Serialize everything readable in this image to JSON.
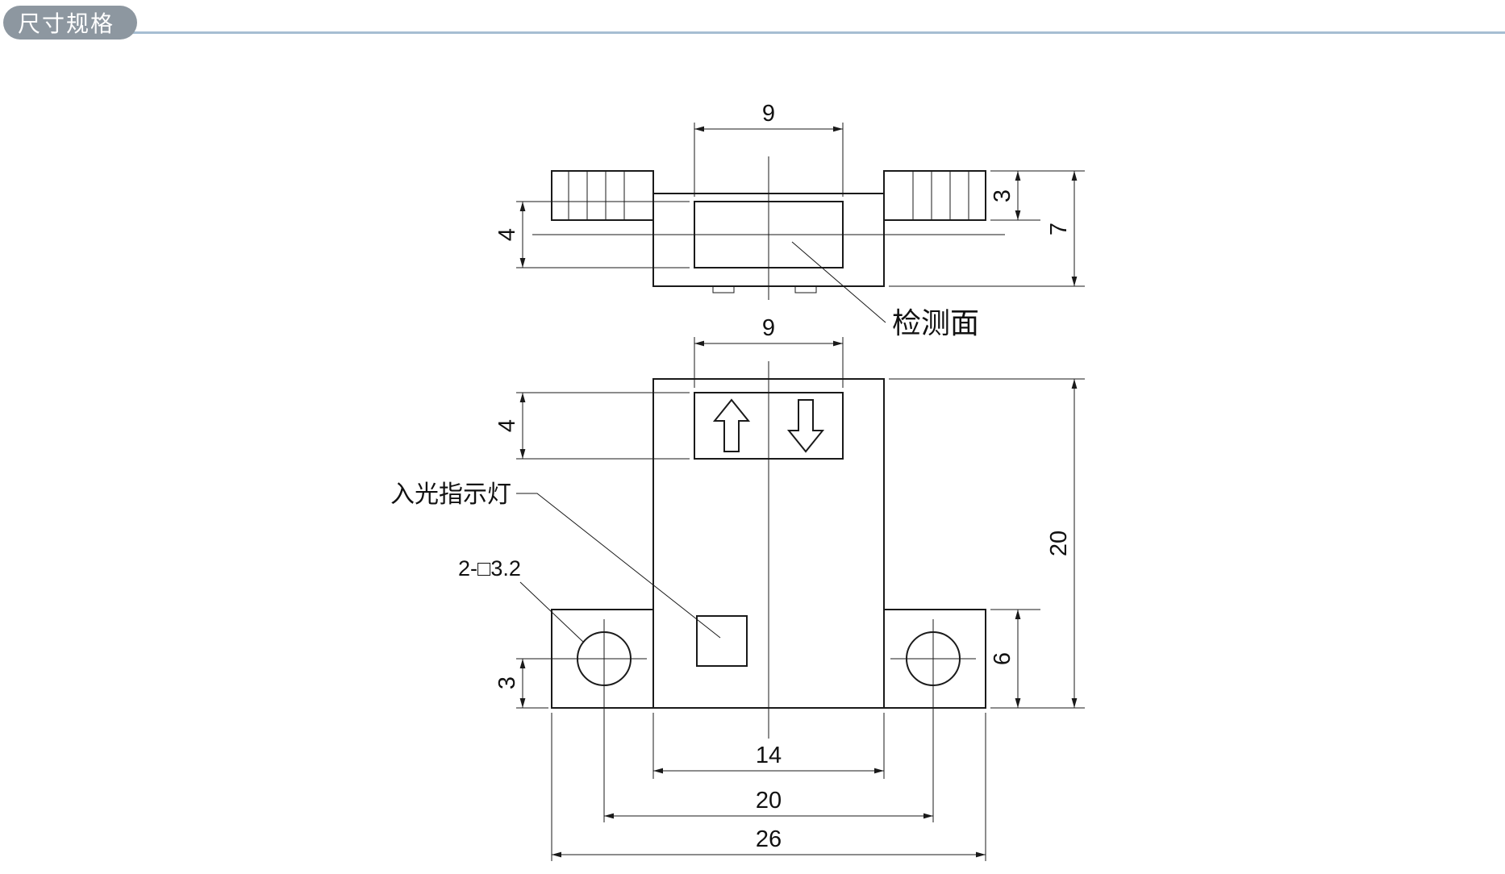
{
  "header": {
    "title": "尺寸规格"
  },
  "colors": {
    "pill_bg": "#8d97a0",
    "rule": "#a6bed2",
    "ink": "#1a1a1a",
    "bg": "#ffffff"
  },
  "labels": {
    "detection_face": "检测面",
    "light_indicator": "入光指示灯",
    "mount_holes": "2-□3.2"
  },
  "dimensions": {
    "top_view": {
      "window_width": "9",
      "window_height": "4",
      "tab_thickness": "3",
      "overall_height": "7"
    },
    "front_view": {
      "window_width": "9",
      "window_height": "4",
      "overall_height": "20",
      "flange_height": "6",
      "hole_to_bottom": "3",
      "body_width": "14",
      "hole_spacing": "20",
      "overall_width": "26"
    }
  },
  "icons": {
    "up_arrow": "hollow-up-arrow",
    "down_arrow": "hollow-down-arrow"
  }
}
